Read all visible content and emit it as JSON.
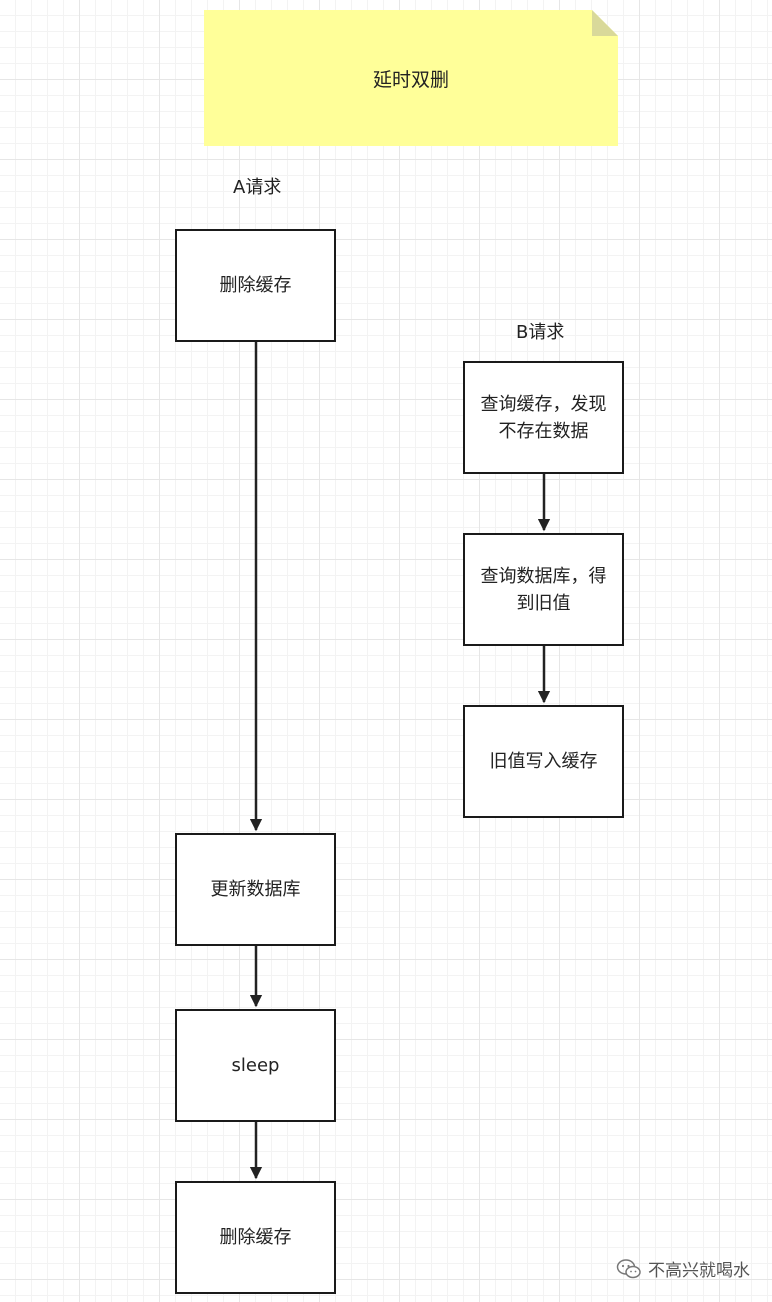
{
  "note": {
    "title": "延时双删"
  },
  "lanes": {
    "a": {
      "label": "A请求"
    },
    "b": {
      "label": "B请求"
    }
  },
  "a_steps": [
    {
      "text": "删除缓存"
    },
    {
      "text": "更新数据库"
    },
    {
      "text": "sleep"
    },
    {
      "text": "删除缓存"
    }
  ],
  "b_steps": [
    {
      "text": "查询缓存，发现不存在数据"
    },
    {
      "text": "查询数据库，得到旧值"
    },
    {
      "text": "旧值写入缓存"
    }
  ],
  "watermark": {
    "text": "不高兴就喝水",
    "icon": "wechat-icon"
  }
}
